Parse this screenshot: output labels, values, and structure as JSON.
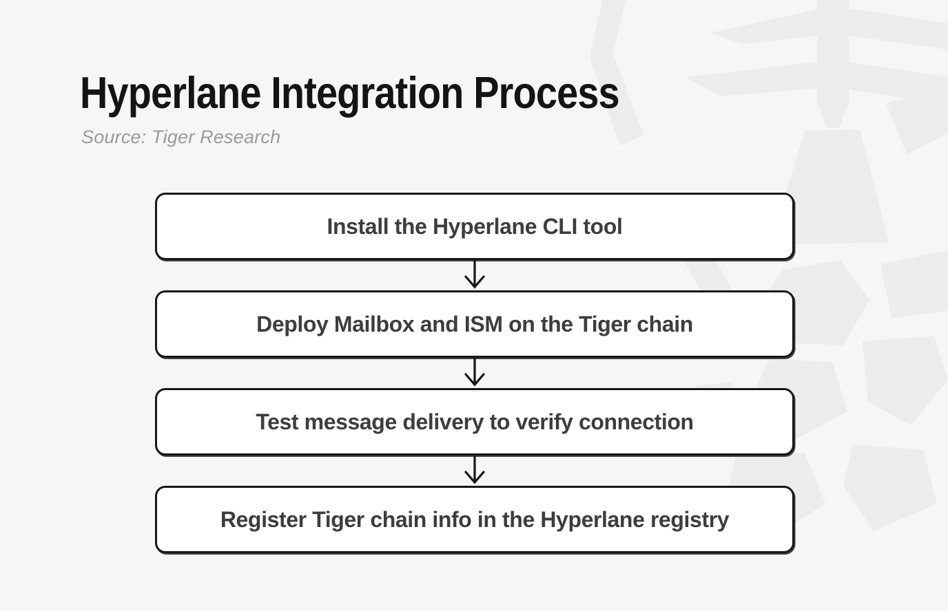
{
  "header": {
    "title": "Hyperlane Integration Process",
    "source": "Source: Tiger Research"
  },
  "flow": {
    "steps": [
      {
        "label": "Install the Hyperlane CLI tool"
      },
      {
        "label": "Deploy Mailbox and ISM on the Tiger chain"
      },
      {
        "label": "Test message delivery to verify connection"
      },
      {
        "label": "Register Tiger chain info in the Hyperlane registry"
      }
    ]
  },
  "icons": {
    "arrow": "arrow-down-icon",
    "watermark": "tiger-logo-watermark"
  },
  "colors": {
    "background": "#f6f6f6",
    "watermark": "#ececec",
    "box_background": "#ffffff",
    "box_border": "#171717",
    "box_text": "#3d3d3d",
    "title_text": "#141414",
    "source_text": "#9a9a9a",
    "arrow": "#171717"
  }
}
